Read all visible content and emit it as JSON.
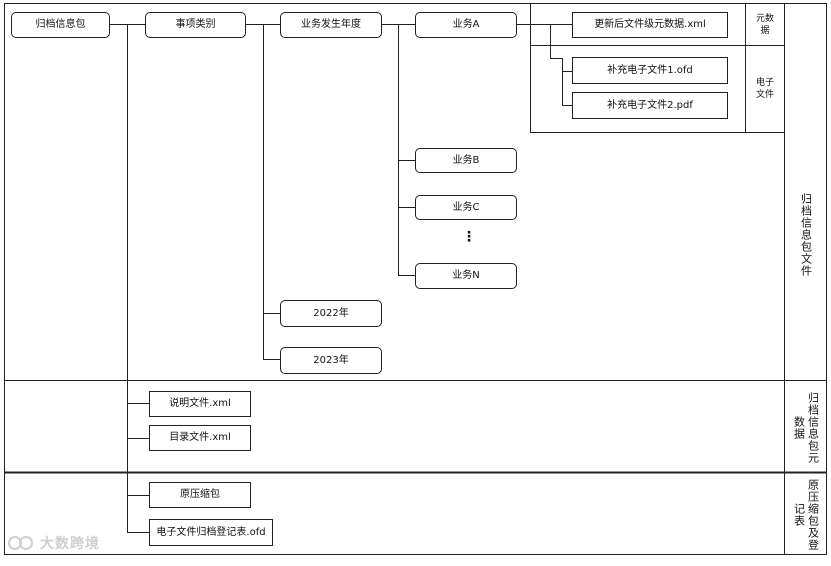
{
  "tree": {
    "root": "归档信息包",
    "level1": "事项类别",
    "level2": "业务发生年度",
    "business": [
      "业务A",
      "业务B",
      "业务C",
      "业务N"
    ],
    "ellipsis": "⋮",
    "years": [
      "2022年",
      "2023年"
    ],
    "metadata_file": "更新后文件级元数据.xml",
    "electronic_files": [
      "补充电子文件1.ofd",
      "补充电子文件2.pdf"
    ],
    "meta_files": [
      "说明文件.xml",
      "目录文件.xml"
    ],
    "package_files": [
      "原压缩包",
      "电子文件归档登记表.ofd"
    ]
  },
  "labels": {
    "metadata": "元数据",
    "electronic": "电子文件",
    "section_files": "归档信息包文件",
    "section_meta": "归档信息包元数据",
    "section_package": "原压缩包及登记表"
  },
  "watermark": "大数跨境"
}
